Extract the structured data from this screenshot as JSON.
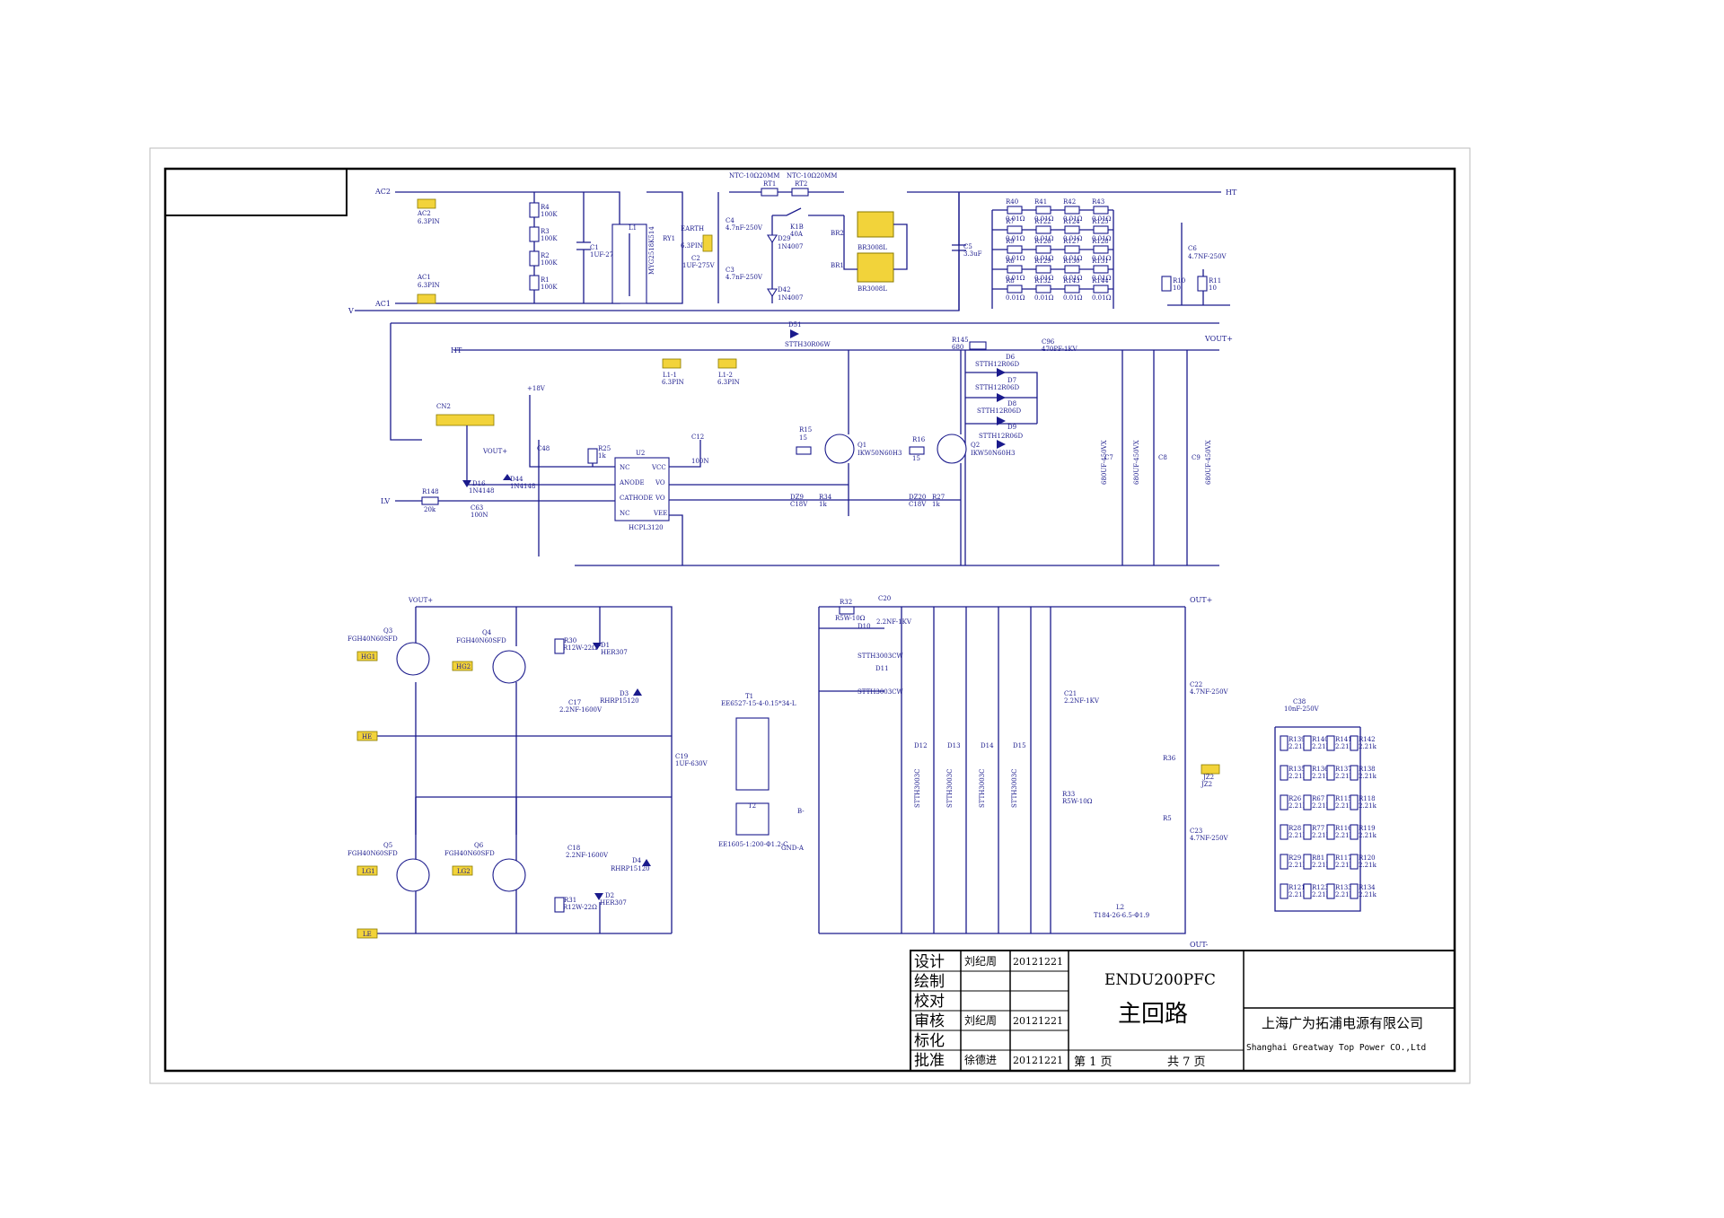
{
  "title_block": {
    "rows": [
      {
        "role": "设计",
        "name": "刘纪周",
        "date": "20121221"
      },
      {
        "role": "绘制",
        "name": "",
        "date": ""
      },
      {
        "role": "校对",
        "name": "",
        "date": ""
      },
      {
        "role": "审核",
        "name": "刘纪周",
        "date": "20121221"
      },
      {
        "role": "标化",
        "name": "",
        "date": ""
      },
      {
        "role": "批准",
        "name": "徐德进",
        "date": "20121221"
      }
    ],
    "model": "ENDU200PFC",
    "sheet_title": "主回路",
    "page_text": "第  1  页",
    "total_text": "共  7  页",
    "company_cn": "上海广为拓浦电源有限公司",
    "company_en": "Shanghai Greatway Top Power CO.,Ltd"
  },
  "ports": {
    "ac2": "AC2",
    "ac1": "AC1",
    "ht": "HT",
    "ht_in": "HT",
    "v_in": "V",
    "vout_plus": "VOUT+",
    "lv": "LV",
    "p18v": "+18V",
    "vout_label": "VOUT+",
    "out_plus": "OUT+",
    "out_minus": "OUT-",
    "b_minus": "B-",
    "gnd_a": "GND-A",
    "vout_plus_2": "VOUT+"
  },
  "input_section": {
    "ac2_conn": "AC2",
    "ac2_pin": "6.3PIN",
    "ac1_conn": "AC1",
    "ac1_pin": "6.3PIN",
    "r4": "R4",
    "r4_val": "100K",
    "r3": "R3",
    "r3_val": "100K",
    "r2": "R2",
    "r2_val": "100K",
    "r1": "R1",
    "r1_val": "100K",
    "c1": "C1",
    "c1_val": "1UF-275V",
    "l1": "L1",
    "mov": "MYG2518K514",
    "ry1": "RY1",
    "earth": "EARTH",
    "earth_pin": "6.3PIN",
    "c2": "C2",
    "c2_val": "1UF-275V",
    "c4": "C4",
    "c4_val": "4.7nF-250V",
    "c3": "C3",
    "c3_val": "4.7nF-250V",
    "d29": "D29",
    "d29_val": "1N4007",
    "d42": "D42",
    "d42_val": "1N4007",
    "rt1_type": "NTC-10Ω20MM",
    "rt1": "RT1",
    "rt2_type": "NTC-10Ω20MM",
    "rt2": "RT2",
    "k1b": "K1B",
    "k1b_val": "40A",
    "br2": "BR2",
    "br2_val": "BR3008L",
    "br1": "BR1",
    "br1_val": "BR3008L",
    "c5": "C5",
    "c5_val": "3.3uF",
    "c6": "C6",
    "c6_val": "4.7NF-250V",
    "r10": "R10",
    "r10_val": "10",
    "r11": "R11",
    "r11_val": "10"
  },
  "shunt_grid": {
    "cols": [
      "R40",
      "R41",
      "R42",
      "R43"
    ],
    "rows": [
      [
        "R7",
        "R122",
        "R124",
        "R125"
      ],
      [
        "R9",
        "R126",
        "R127",
        "R128"
      ],
      [
        "R6",
        "R129",
        "R130",
        "R131"
      ],
      [
        "R8",
        "R132",
        "R143",
        "R144"
      ]
    ],
    "value": "0.01Ω"
  },
  "pfc_section": {
    "cn2": "CN2",
    "d51": "D51",
    "d51_val": "STTH30R06W",
    "l1_1": "L1-1",
    "l1_1_pin": "6.3PIN",
    "l1_2": "L1-2",
    "l1_2_pin": "6.3PIN",
    "r145": "R145",
    "r145_val": "680",
    "c96": "C96",
    "c96_val": "470PF-1KV",
    "d6": "D6",
    "d6_val": "STTH12R06D",
    "d7": "D7",
    "d7_val": "STTH12R06D",
    "d8": "D8",
    "d8_val": "STTH12R06D",
    "d9": "D9",
    "d9_val": "STTH12R06D",
    "c7_val": "680UF-450VX",
    "c8_val": "680UF-450VX",
    "c9_val": "680UF-450VX",
    "c7": "C7",
    "c8": "C8",
    "c9": "C9",
    "q1": "Q1",
    "q1_val": "IKW50N60H3",
    "q2": "Q2",
    "q2_val": "IKW50N60H3",
    "r15": "R15",
    "r15_val": "15",
    "r16": "R16",
    "r16_val": "15",
    "dz9": "DZ9",
    "dz9_val": "C18V",
    "r34": "R34",
    "r34_val": "1k",
    "dz20": "DZ20",
    "dz20_val": "C18V",
    "r27": "R27",
    "r27_val": "1k",
    "u2": "U2",
    "u2_val": "HCPL3120",
    "u2_pins": [
      "NC",
      "ANODE",
      "CATHODE",
      "NC",
      "VCC",
      "VO",
      "VO",
      "VEE"
    ],
    "c12": "C12",
    "c12_val": "100N",
    "r25": "R25",
    "r25_val": "1k",
    "c48": "C48",
    "d16": "D16",
    "d16_val": "1N4148",
    "d44": "D44",
    "d44_val": "1N4148",
    "r148": "R148",
    "r148_val": "20k",
    "c63": "C63",
    "c63_val": "100N"
  },
  "bridge_section": {
    "q3": "Q3",
    "q3_val": "FGH40N60SFD",
    "q4": "Q4",
    "q4_val": "FGH40N60SFD",
    "q5": "Q5",
    "q5_val": "FGH40N60SFD",
    "q6": "Q6",
    "q6_val": "FGH40N60SFD",
    "hg1": "HG1",
    "hg2": "HG2",
    "he": "HE",
    "lg1": "LG1",
    "lg2": "LG2",
    "le": "LE",
    "r30": "R30",
    "r30_val": "R12W-22Ω",
    "d1": "D1",
    "d1_val": "HER307",
    "c17": "C17",
    "c17_val": "2.2NF-1600V",
    "d3": "D3",
    "d3_val": "RHRP15120",
    "d4": "D4",
    "d4_val": "RHRP15120",
    "c19": "C19",
    "c19_val": "1UF-630V",
    "c18": "C18",
    "c18_val": "2.2NF-1600V",
    "r31": "R31",
    "r31_val": "R12W-22Ω",
    "d2": "D2",
    "d2_val": "HER307",
    "t1": "T1",
    "t1_val": "EE6527-15-4-0.15*34-L",
    "t2": "T2",
    "t2_val": "EE1605-1:200-Φ1.2-C"
  },
  "output_section": {
    "r32": "R32",
    "r32_val": "R5W-10Ω",
    "c20": "C20",
    "c20_val": "2.2NF-1KV",
    "d10": "D10",
    "d10_val": "STTH3003CW",
    "d11": "D11",
    "d11_val": "STTH3003CW",
    "d12": "D12",
    "d12_val": "STTH3003C",
    "d13": "D13",
    "d13_val": "STTH3003C",
    "d14": "D14",
    "d14_val": "STTH3003C",
    "d15": "D15",
    "d15_val": "STTH3003C",
    "c21": "C21",
    "c21_val": "2.2NF-1KV",
    "r33": "R33",
    "r33_val": "R5W-10Ω",
    "r36": "R36",
    "r5": "R5",
    "c22": "C22",
    "c22_val": "4.7NF-250V",
    "c23": "C23",
    "c23_val": "4.7NF-250V",
    "l2": "L2",
    "l2_val": "T184-26-6.5-Φ1.9",
    "jz2": "JZ2",
    "c38": "C38",
    "c38_val": "10nF-250V",
    "load_rows": [
      [
        "R139",
        "R140",
        "R141",
        "R142"
      ],
      [
        "R135",
        "R136",
        "R137",
        "R138"
      ],
      [
        "R26",
        "R67",
        "R115",
        "R118"
      ],
      [
        "R28",
        "R77",
        "R116",
        "R119"
      ],
      [
        "R29",
        "R81",
        "R117",
        "R120"
      ],
      [
        "R121",
        "R123",
        "R133",
        "R134"
      ]
    ],
    "load_val": "2.21k"
  },
  "colors": {
    "wire": "#1a1a8c",
    "frame": "#000000",
    "pin": "#f2d33a",
    "junction": "#a0191e"
  }
}
